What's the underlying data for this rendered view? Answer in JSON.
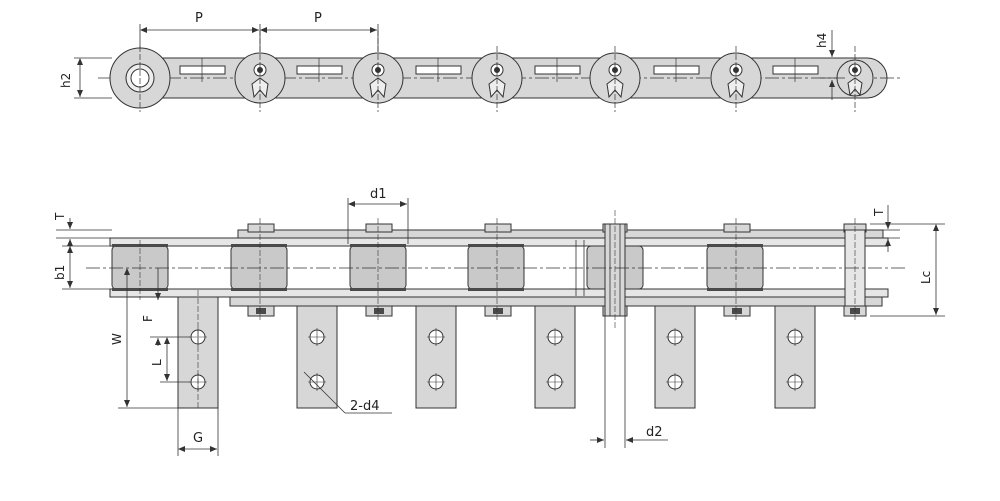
{
  "labels": {
    "pitch_1": "P",
    "pitch_2": "P",
    "h2": "h2",
    "h4": "h4",
    "d1": "d1",
    "T_left": "T",
    "T_right": "T",
    "b1": "b1",
    "Lc": "Lc",
    "F": "F",
    "W": "W",
    "L": "L",
    "G": "G",
    "d4": "2-d4",
    "d2": "d2"
  },
  "colors": {
    "line": "#333333",
    "fill_plate": "#d7d7d7",
    "fill_roller": "#c9c9c9",
    "fill_dark": "#4a4a4a",
    "background": "#ffffff"
  }
}
